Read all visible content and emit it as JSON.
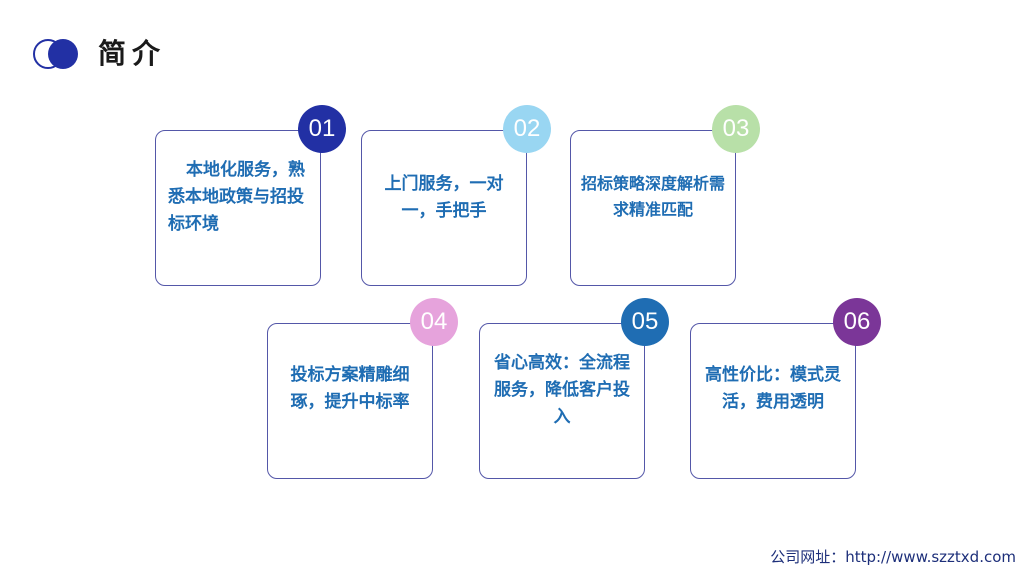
{
  "header": {
    "title": "简介"
  },
  "cards": [
    {
      "number": "01",
      "text": "本地化服务，熟悉本地政策与招投标环境",
      "color": "#2230a4"
    },
    {
      "number": "02",
      "text": "上门服务，一对一，手把手",
      "color": "#99d6f2"
    },
    {
      "number": "03",
      "text": "招标策略深度解析需求精准匹配",
      "color": "#b8e0a8"
    },
    {
      "number": "04",
      "text": "投标方案精雕细琢，提升中标率",
      "color": "#e6a3dc"
    },
    {
      "number": "05",
      "text": "省心高效：全流程服务，降低客户投入",
      "color": "#1f6db3"
    },
    {
      "number": "06",
      "text": "高性价比：模式灵活，费用透明",
      "color": "#7b3698"
    }
  ],
  "footer": {
    "website_label": "公司网址：http://www.szztxd.com"
  }
}
